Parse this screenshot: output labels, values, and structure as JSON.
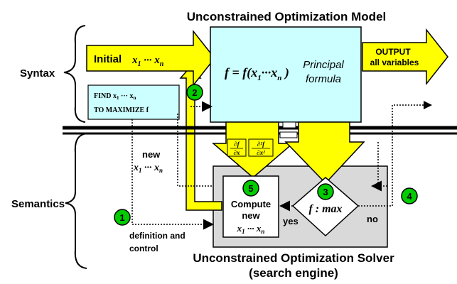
{
  "title_top": "Unconstrained Optimization Model",
  "title_bottom_line1": "Unconstrained Optimization Solver",
  "title_bottom_line2": "(search engine)",
  "label_syntax": "Syntax",
  "label_semantics": "Semantics",
  "arrow_initial": {
    "word": "Initial",
    "vars": "x1 ··· xn"
  },
  "output": {
    "line1": "OUTPUT",
    "line2": "all variables"
  },
  "find_box": {
    "line1_prefix": "FIND",
    "line1_vars": "x1 ··· xn",
    "line2": "TO MAXIMIZE f"
  },
  "model_box": {
    "formula": "f = f(x1 ··· xn )",
    "principal_line1": "Principal",
    "principal_line2": "formula"
  },
  "derivatives": {
    "first": "∂f / ∂x",
    "second": "∂²f / ∂x²"
  },
  "compute_box": {
    "line1": "Compute",
    "line2": "new",
    "line3": "x1 ··· xn"
  },
  "decision": {
    "text": "f : max",
    "yes": "yes",
    "no": "no"
  },
  "new_vars": {
    "line1": "new",
    "line2": "x1 ··· xn"
  },
  "definition": {
    "line1": "definition and",
    "line2": "control"
  },
  "badges": [
    "1",
    "2",
    "3",
    "4",
    "5"
  ],
  "colors": {
    "yellow": "#ffff00",
    "cyan": "#ccffff",
    "gray": "#d9d9d9",
    "green": "#00cc00",
    "black": "#000000"
  }
}
